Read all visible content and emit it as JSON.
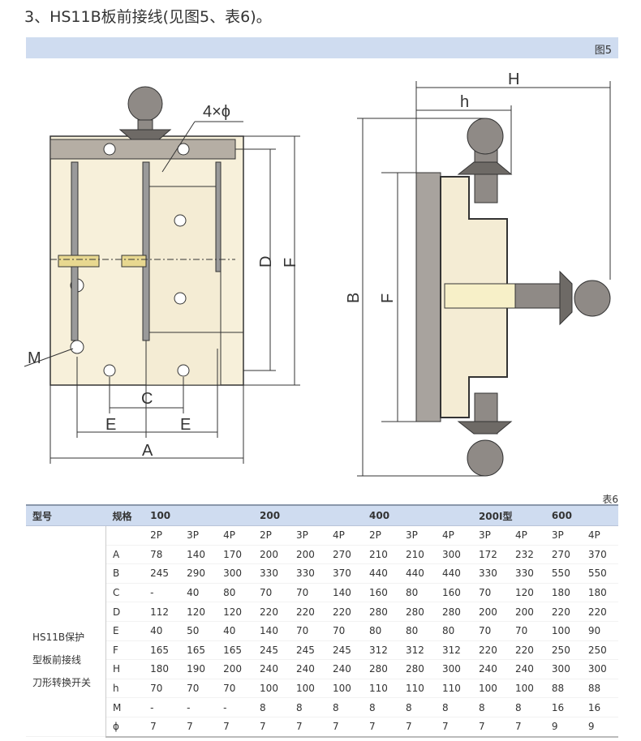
{
  "title": "3、HS11B板前接线(见图5、表6)。",
  "figure": {
    "caption": "图5",
    "labels": {
      "phi": "4×ϕ",
      "D": "D",
      "F1": "F",
      "M": "M",
      "C": "C",
      "E1": "E",
      "E2": "E",
      "A": "A",
      "H": "H",
      "h": "h",
      "B": "B",
      "F2": "F"
    }
  },
  "table": {
    "caption": "表6",
    "headers": [
      "型号",
      "规格",
      "100",
      "200",
      "400",
      "200I型",
      "600"
    ],
    "model": "HS11B保护型板前接线刀形转换开关",
    "model_lines": [
      "HS11B保护",
      "型板前接线",
      "刀形转换开关"
    ],
    "poles": [
      "2P",
      "3P",
      "4P",
      "2P",
      "3P",
      "4P",
      "2P",
      "3P",
      "4P",
      "3P",
      "4P",
      "3P",
      "4P"
    ],
    "rows": [
      {
        "k": "A",
        "v": [
          "78",
          "140",
          "170",
          "200",
          "200",
          "270",
          "210",
          "210",
          "300",
          "172",
          "232",
          "270",
          "370"
        ]
      },
      {
        "k": "B",
        "v": [
          "245",
          "290",
          "300",
          "330",
          "330",
          "370",
          "440",
          "440",
          "440",
          "330",
          "330",
          "550",
          "550"
        ]
      },
      {
        "k": "C",
        "v": [
          "-",
          "40",
          "80",
          "70",
          "70",
          "140",
          "160",
          "80",
          "160",
          "70",
          "120",
          "180",
          "180"
        ]
      },
      {
        "k": "D",
        "v": [
          "112",
          "120",
          "120",
          "220",
          "220",
          "220",
          "280",
          "280",
          "280",
          "200",
          "200",
          "220",
          "220"
        ]
      },
      {
        "k": "E",
        "v": [
          "40",
          "50",
          "40",
          "140",
          "70",
          "70",
          "80",
          "80",
          "80",
          "70",
          "70",
          "100",
          "90"
        ]
      },
      {
        "k": "F",
        "v": [
          "165",
          "165",
          "165",
          "245",
          "245",
          "245",
          "312",
          "312",
          "312",
          "220",
          "220",
          "250",
          "250"
        ]
      },
      {
        "k": "H",
        "v": [
          "180",
          "190",
          "200",
          "240",
          "240",
          "240",
          "280",
          "280",
          "300",
          "240",
          "240",
          "300",
          "300"
        ]
      },
      {
        "k": "h",
        "v": [
          "70",
          "70",
          "70",
          "100",
          "100",
          "100",
          "110",
          "110",
          "110",
          "100",
          "100",
          "88",
          "88"
        ]
      },
      {
        "k": "M",
        "v": [
          "-",
          "-",
          "-",
          "8",
          "8",
          "8",
          "8",
          "8",
          "8",
          "8",
          "8",
          "16",
          "16"
        ]
      },
      {
        "k": "ϕ",
        "v": [
          "7",
          "7",
          "7",
          "7",
          "7",
          "7",
          "7",
          "7",
          "7",
          "7",
          "7",
          "9",
          "9"
        ]
      }
    ]
  }
}
